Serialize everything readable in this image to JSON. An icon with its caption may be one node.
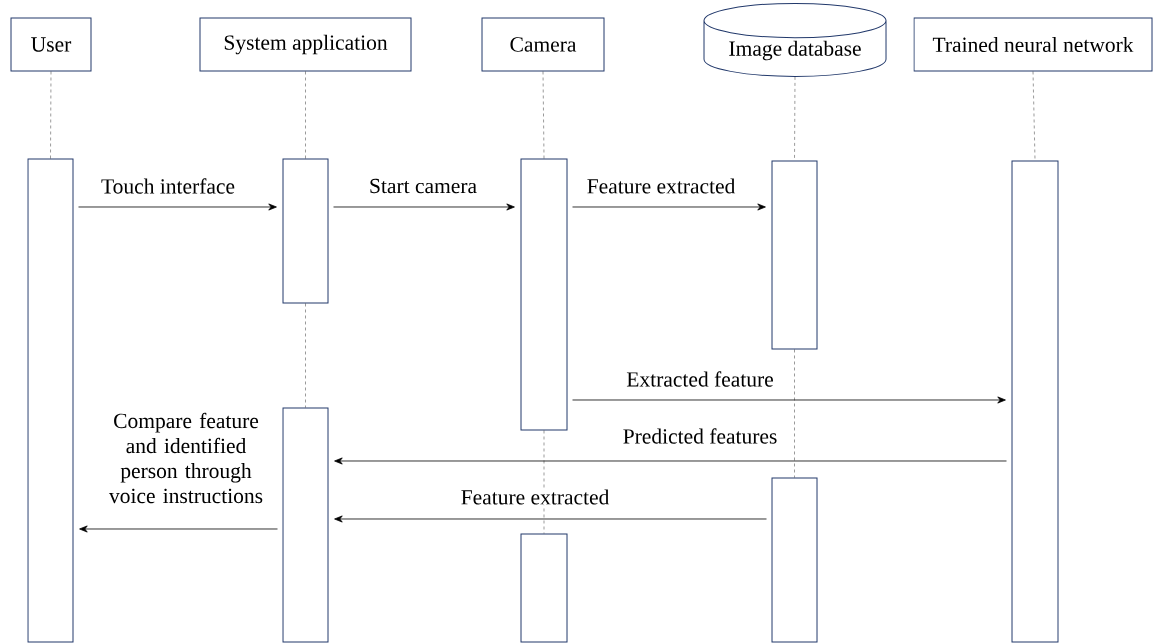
{
  "diagram": {
    "nodes": [
      {
        "text": [
          "User"
        ]
      },
      {
        "text": [
          "System application"
        ]
      },
      {
        "text": [
          "Camera"
        ]
      },
      {
        "text": [
          "Image database"
        ]
      },
      {
        "text": [
          "Trained neural network"
        ]
      },
      {
        "text": [],
        "shape": "bar"
      },
      {
        "text": [],
        "shape": "bar"
      },
      {
        "text": [],
        "shape": "bar"
      },
      {
        "text": [],
        "shape": "bar"
      },
      {
        "text": [],
        "shape": "bar"
      },
      {
        "text": [],
        "shape": "bar"
      },
      {
        "text": [],
        "shape": "bar"
      },
      {
        "text": [],
        "shape": "bar"
      }
    ],
    "edges": [
      {
        "from": 0,
        "to": 5,
        "arrow": "none",
        "style": "dashed"
      },
      {
        "from": 1,
        "to": 6,
        "arrow": "none",
        "style": "dashed"
      },
      {
        "from": 6,
        "to": 7,
        "arrow": "none",
        "style": "dashed"
      },
      {
        "from": 2,
        "to": 8,
        "arrow": "none",
        "style": "dashed"
      },
      {
        "from": 8,
        "to": 9,
        "arrow": "none",
        "style": "dashed"
      },
      {
        "from": 3,
        "to": 10,
        "arrow": "none",
        "style": "dashed"
      },
      {
        "from": 10,
        "to": 11,
        "arrow": "none",
        "style": "dashed"
      },
      {
        "from": 4,
        "to": 12,
        "arrow": "none",
        "style": "dashed"
      },
      {
        "from": 5,
        "to": 6,
        "arrow": "to",
        "label": "Touch interface"
      },
      {
        "from": 6,
        "to": 8,
        "arrow": "to",
        "label": "Start camera"
      },
      {
        "from": 8,
        "to": 10,
        "arrow": "to",
        "label": "Feature extracted"
      },
      {
        "from": 8,
        "to": 12,
        "arrow": "to",
        "label": "Extracted feature"
      },
      {
        "from": 12,
        "to": 7,
        "arrow": "to",
        "label": "Predicted features"
      },
      {
        "from": 11,
        "to": 7,
        "arrow": "to",
        "label": "Feature extracted"
      },
      {
        "from": 7,
        "to": 5,
        "arrow": "to",
        "label": "Compare feature and identified person through voice instructions"
      }
    ]
  }
}
